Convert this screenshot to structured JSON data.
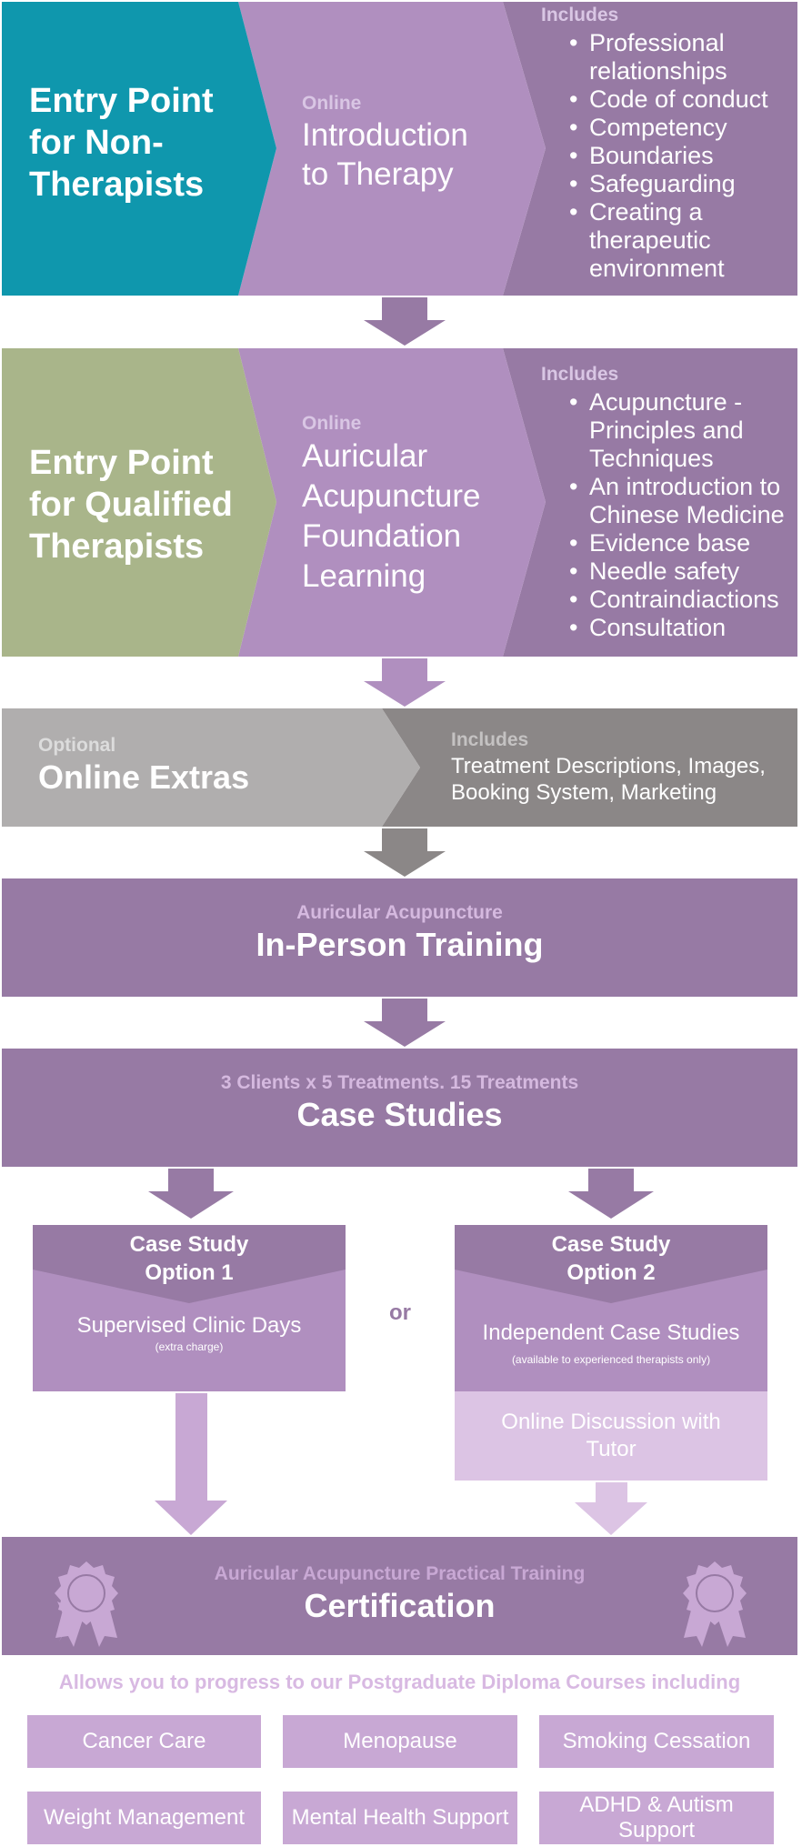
{
  "colors": {
    "teal": "#0f97ad",
    "sage": "#a9b58a",
    "light_purple": "#b08fbf",
    "mid_purple": "#9878a7",
    "dark_purple": "#977aa4",
    "pale_purple": "#c8a8d4",
    "paler_purple": "#dcc4e4",
    "grey_light": "#b0aeae",
    "grey_dark": "#8b8787",
    "heading_pale": "#d5b9df"
  },
  "stage1": {
    "entry": "Entry Point for Non-Therapists",
    "mode": "Online",
    "title": "Introduction to Therapy",
    "includes_label": "Includes",
    "includes": [
      "Professional relationships",
      "Code of conduct",
      "Competency",
      "Boundaries",
      "Safeguarding",
      "Creating a therapeutic environment"
    ]
  },
  "stage2": {
    "entry": "Entry Point for Qualified Therapists",
    "mode": "Online",
    "title": "Auricular Acupuncture Foundation Learning",
    "includes_label": "Includes",
    "includes": [
      "Acupuncture - Principles and Techniques",
      "An introduction to Chinese Medicine",
      "Evidence base",
      "Needle safety",
      "Contraindiactions",
      "Consultation"
    ]
  },
  "stage3": {
    "mode": "Optional",
    "title": "Online Extras",
    "includes_label": "Includes",
    "description": "Treatment Descriptions, Images, Booking System, Marketing"
  },
  "stage4": {
    "subtitle": "Auricular Acupuncture",
    "title": "In-Person Training"
  },
  "stage5": {
    "subtitle": "3 Clients x 5 Treatments. 15 Treatments",
    "title": "Case Studies"
  },
  "option1": {
    "title": "Case Study Option 1",
    "body": "Supervised Clinic Days",
    "note": "(extra charge)"
  },
  "or_label": "or",
  "option2": {
    "title": "Case Study Option 2",
    "body": "Independent Case Studies",
    "note": "(available to experienced therapists only)",
    "extra": "Online Discussion with Tutor"
  },
  "certification": {
    "subtitle": "Auricular Acupuncture Practical Training",
    "title": "Certification",
    "left_icon": "award-rosette-icon",
    "right_icon": "award-rosette-icon"
  },
  "progress_text": "Allows you to progress to our Postgraduate Diploma Courses including",
  "courses": [
    "Cancer Care",
    "Menopause",
    "Smoking Cessation",
    "Weight Management",
    "Mental Health Support",
    "ADHD & Autism Support"
  ]
}
